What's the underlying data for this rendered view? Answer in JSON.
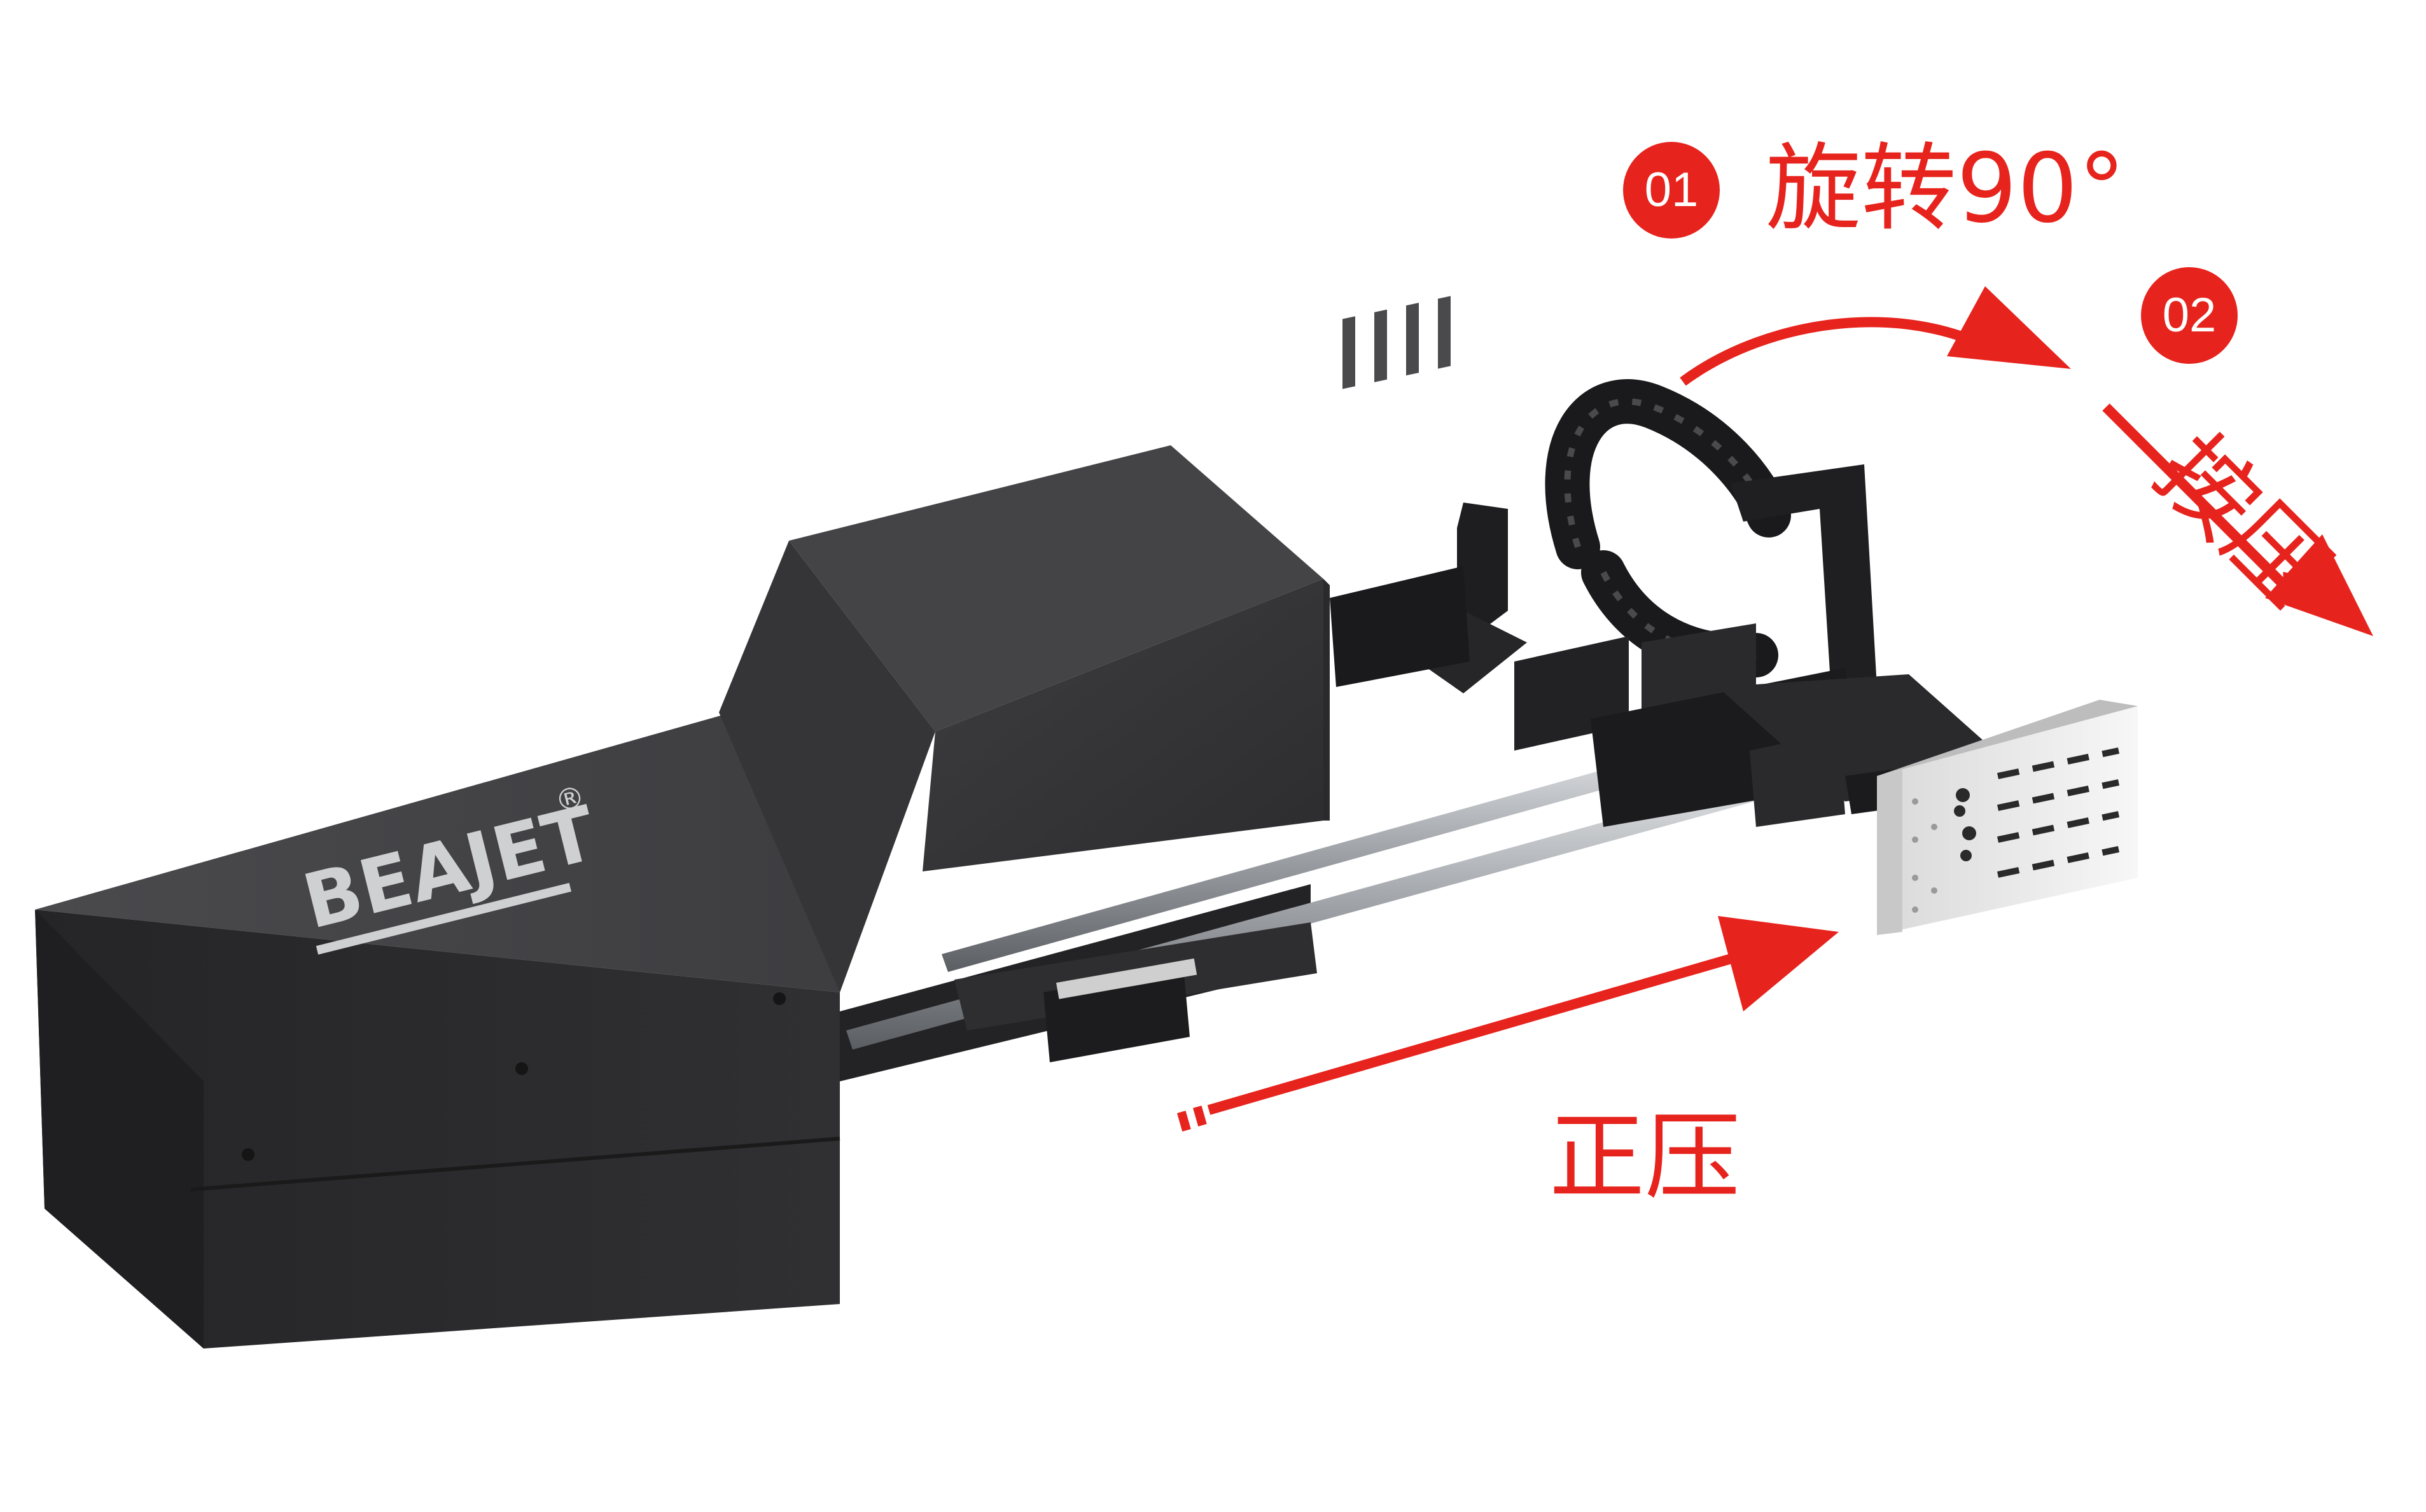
{
  "brand": {
    "logo_text": "BEAJET",
    "registered_mark": "®"
  },
  "annotations": {
    "step1": {
      "number": "01",
      "label": "旋转90°"
    },
    "step2": {
      "number": "02",
      "label": "按压"
    },
    "forward": {
      "label": "正压"
    }
  },
  "colors": {
    "accent": "#e7231d",
    "machine_body": "#3a3a3c",
    "machine_shadow": "#242426",
    "rail": "#b9bcc0",
    "plate": "#eeeeee"
  }
}
